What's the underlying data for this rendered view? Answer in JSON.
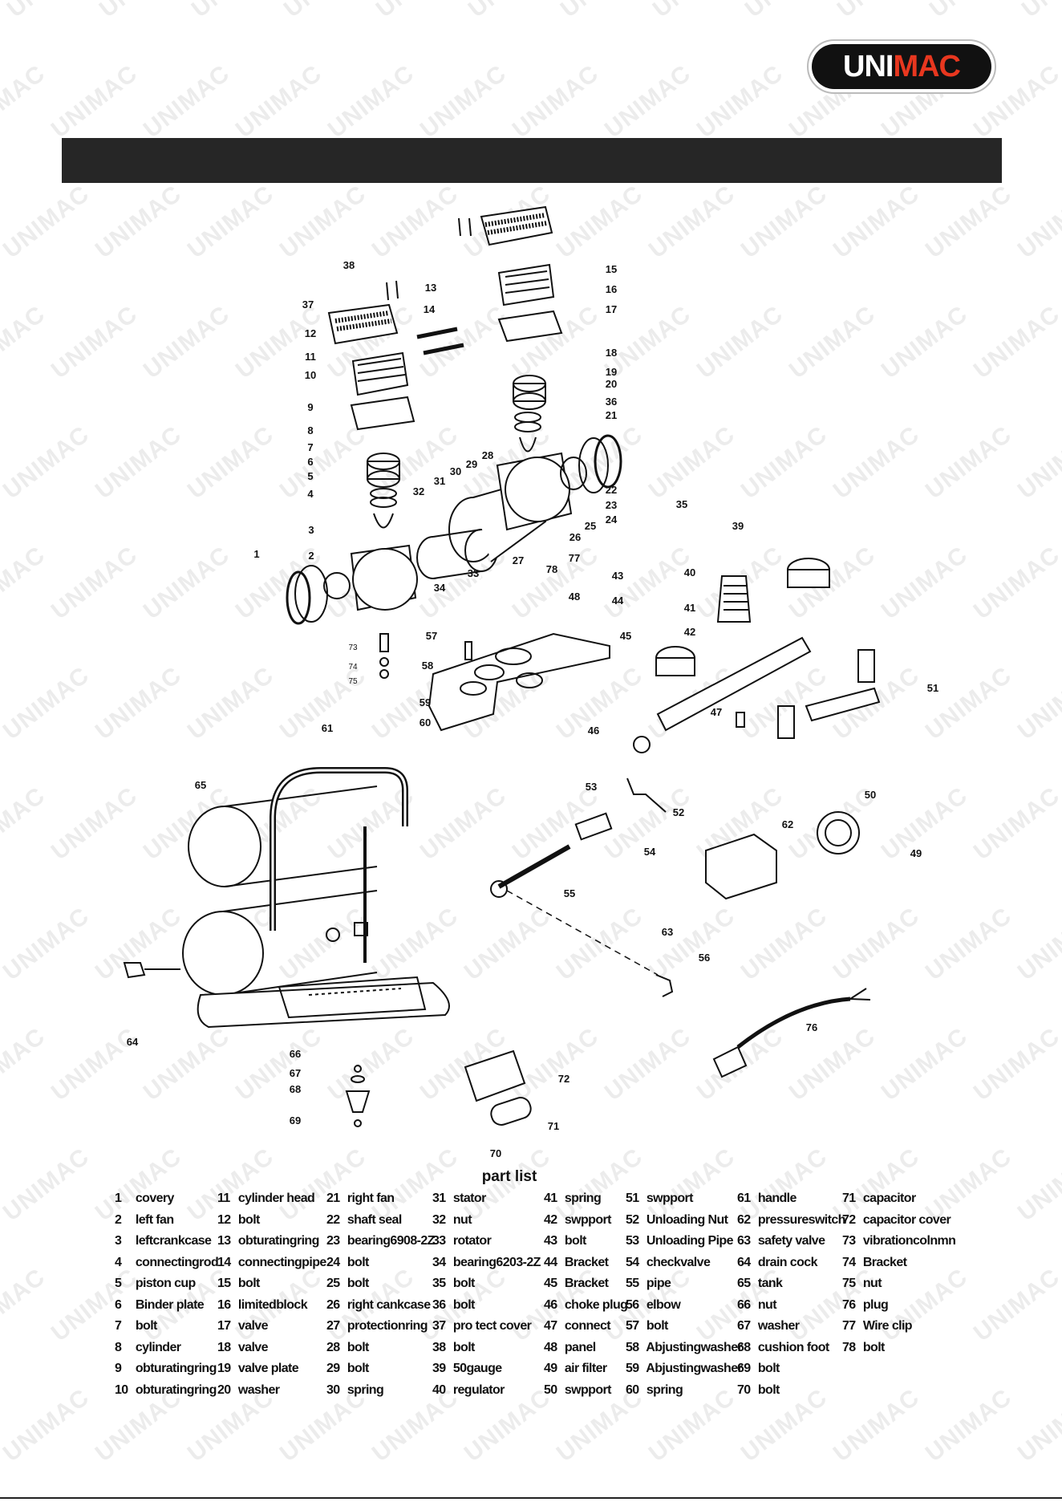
{
  "brand": {
    "logo_text_white": "UNI",
    "logo_text_accent": "MAC",
    "accent_color": "#e8371f",
    "badge_color": "#111111"
  },
  "watermark_text": "UNIMAC",
  "parts_title": "part list",
  "callouts": [
    "1",
    "2",
    "3",
    "4",
    "5",
    "6",
    "7",
    "8",
    "9",
    "10",
    "11",
    "12",
    "13",
    "14",
    "15",
    "16",
    "17",
    "18",
    "19",
    "20",
    "21",
    "22",
    "23",
    "24",
    "25",
    "26",
    "27",
    "28",
    "29",
    "30",
    "31",
    "32",
    "33",
    "34",
    "35",
    "36",
    "37",
    "38",
    "39",
    "40",
    "41",
    "42",
    "43",
    "44",
    "45",
    "46",
    "47",
    "48",
    "49",
    "50",
    "51",
    "52",
    "53",
    "54",
    "55",
    "56",
    "57",
    "58",
    "59",
    "60",
    "61",
    "62",
    "63",
    "64",
    "65",
    "66",
    "67",
    "68",
    "69",
    "70",
    "71",
    "72",
    "73",
    "74",
    "75",
    "76",
    "77",
    "78"
  ],
  "parts": [
    [
      {
        "n": "1",
        "name": "covery"
      },
      {
        "n": "2",
        "name": "left fan"
      },
      {
        "n": "3",
        "name": "leftcrankcase"
      },
      {
        "n": "4",
        "name": "connectingrod"
      },
      {
        "n": "5",
        "name": "piston cup"
      },
      {
        "n": "6",
        "name": "Binder plate"
      },
      {
        "n": "7",
        "name": "bolt"
      },
      {
        "n": "8",
        "name": "cylinder"
      },
      {
        "n": "9",
        "name": "obturatingring"
      },
      {
        "n": "10",
        "name": "obturatingring"
      }
    ],
    [
      {
        "n": "11",
        "name": "cylinder head"
      },
      {
        "n": "12",
        "name": "bolt"
      },
      {
        "n": "13",
        "name": "obturatingring"
      },
      {
        "n": "14",
        "name": "connectingpipe"
      },
      {
        "n": "15",
        "name": "bolt"
      },
      {
        "n": "16",
        "name": "limitedblock"
      },
      {
        "n": "17",
        "name": "valve"
      },
      {
        "n": "18",
        "name": "valve"
      },
      {
        "n": "19",
        "name": "valve plate"
      },
      {
        "n": "20",
        "name": "washer"
      }
    ],
    [
      {
        "n": "21",
        "name": "right fan"
      },
      {
        "n": "22",
        "name": "shaft seal"
      },
      {
        "n": "23",
        "name": "bearing6908-2Z"
      },
      {
        "n": "24",
        "name": "bolt"
      },
      {
        "n": "25",
        "name": "bolt"
      },
      {
        "n": "26",
        "name": "right cankcase"
      },
      {
        "n": "27",
        "name": "protectionring"
      },
      {
        "n": "28",
        "name": "bolt"
      },
      {
        "n": "29",
        "name": "bolt"
      },
      {
        "n": "30",
        "name": "spring"
      }
    ],
    [
      {
        "n": "31",
        "name": "stator"
      },
      {
        "n": "32",
        "name": "nut"
      },
      {
        "n": "33",
        "name": "rotator"
      },
      {
        "n": "34",
        "name": "bearing6203-2Z"
      },
      {
        "n": "35",
        "name": "bolt"
      },
      {
        "n": "36",
        "name": "bolt"
      },
      {
        "n": "37",
        "name": "pro tect cover"
      },
      {
        "n": "38",
        "name": "bolt"
      },
      {
        "n": "39",
        "name": "50gauge"
      },
      {
        "n": "40",
        "name": "regulator"
      }
    ],
    [
      {
        "n": "41",
        "name": "spring"
      },
      {
        "n": "42",
        "name": "swpport"
      },
      {
        "n": "43",
        "name": "bolt"
      },
      {
        "n": "44",
        "name": "Bracket"
      },
      {
        "n": "45",
        "name": "Bracket"
      },
      {
        "n": "46",
        "name": "choke plug"
      },
      {
        "n": "47",
        "name": "connect"
      },
      {
        "n": "48",
        "name": "panel"
      },
      {
        "n": "49",
        "name": "air filter"
      },
      {
        "n": "50",
        "name": "swpport"
      }
    ],
    [
      {
        "n": "51",
        "name": "swpport"
      },
      {
        "n": "52",
        "name": "Unloading Nut"
      },
      {
        "n": "53",
        "name": "Unloading Pipe"
      },
      {
        "n": "54",
        "name": "checkvalve"
      },
      {
        "n": "55",
        "name": "pipe"
      },
      {
        "n": "56",
        "name": "elbow"
      },
      {
        "n": "57",
        "name": "bolt"
      },
      {
        "n": "58",
        "name": "Abjustingwasher"
      },
      {
        "n": "59",
        "name": "Abjustingwasher"
      },
      {
        "n": "60",
        "name": "spring"
      }
    ],
    [
      {
        "n": "61",
        "name": "handle"
      },
      {
        "n": "62",
        "name": "pressureswitch"
      },
      {
        "n": "63",
        "name": "safety valve"
      },
      {
        "n": "64",
        "name": "drain cock"
      },
      {
        "n": "65",
        "name": "tank"
      },
      {
        "n": "66",
        "name": "nut"
      },
      {
        "n": "67",
        "name": "washer"
      },
      {
        "n": "68",
        "name": "cushion foot"
      },
      {
        "n": "69",
        "name": "bolt"
      },
      {
        "n": "70",
        "name": "bolt"
      }
    ],
    [
      {
        "n": "71",
        "name": "capacitor"
      },
      {
        "n": "72",
        "name": "capacitor cover"
      },
      {
        "n": "73",
        "name": "vibrationcolnmn"
      },
      {
        "n": "74",
        "name": "Bracket"
      },
      {
        "n": "75",
        "name": "nut"
      },
      {
        "n": "76",
        "name": "plug"
      },
      {
        "n": "77",
        "name": "Wire clip"
      },
      {
        "n": "78",
        "name": "bolt"
      }
    ]
  ]
}
